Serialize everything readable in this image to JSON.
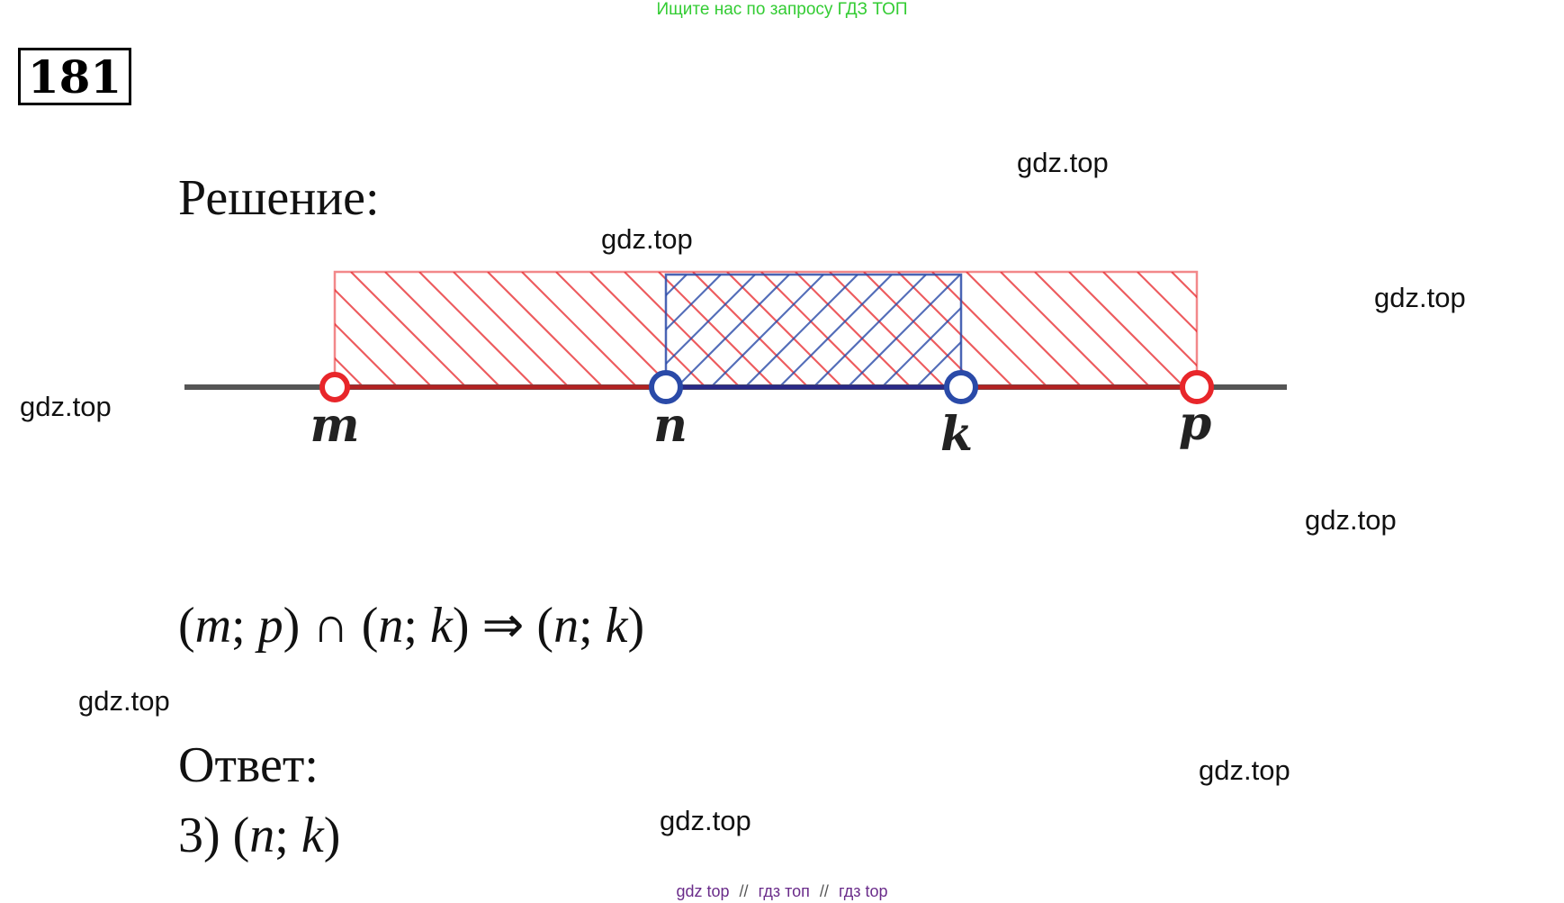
{
  "top_promo": "Ищите нас по запросу ГДЗ ТОП",
  "problem_number": "181",
  "solution_heading": "Решение:",
  "number_line": {
    "points": [
      {
        "label": "m",
        "color": "#e8262a"
      },
      {
        "label": "n",
        "color": "#2a4aa8"
      },
      {
        "label": "k",
        "color": "#2a4aa8"
      },
      {
        "label": "p",
        "color": "#e8262a"
      }
    ],
    "outer_interval_color": "#e8262a",
    "inner_interval_color": "#2a4aa8"
  },
  "formula": {
    "part1": "(",
    "m": "m",
    "sep1": "; ",
    "p": "p",
    "part2": ") ∩ (",
    "n": "n",
    "sep2": "; ",
    "k": "k",
    "part3": ") ⇒ (",
    "n2": "n",
    "sep3": "; ",
    "k2": "k",
    "part4": ")"
  },
  "answer_heading": "Ответ:",
  "answer": {
    "prefix": "3) (",
    "n": "n",
    "sep": "; ",
    "k": "k",
    "suffix": ")"
  },
  "watermarks": [
    "gdz.top",
    "gdz.top",
    "gdz.top",
    "gdz.top",
    "gdz.top",
    "gdz.top",
    "gdz.top",
    "gdz.top"
  ],
  "bottom_links": [
    "gdz top",
    "гдз топ",
    "гдз top"
  ],
  "bottom_separator": "//"
}
